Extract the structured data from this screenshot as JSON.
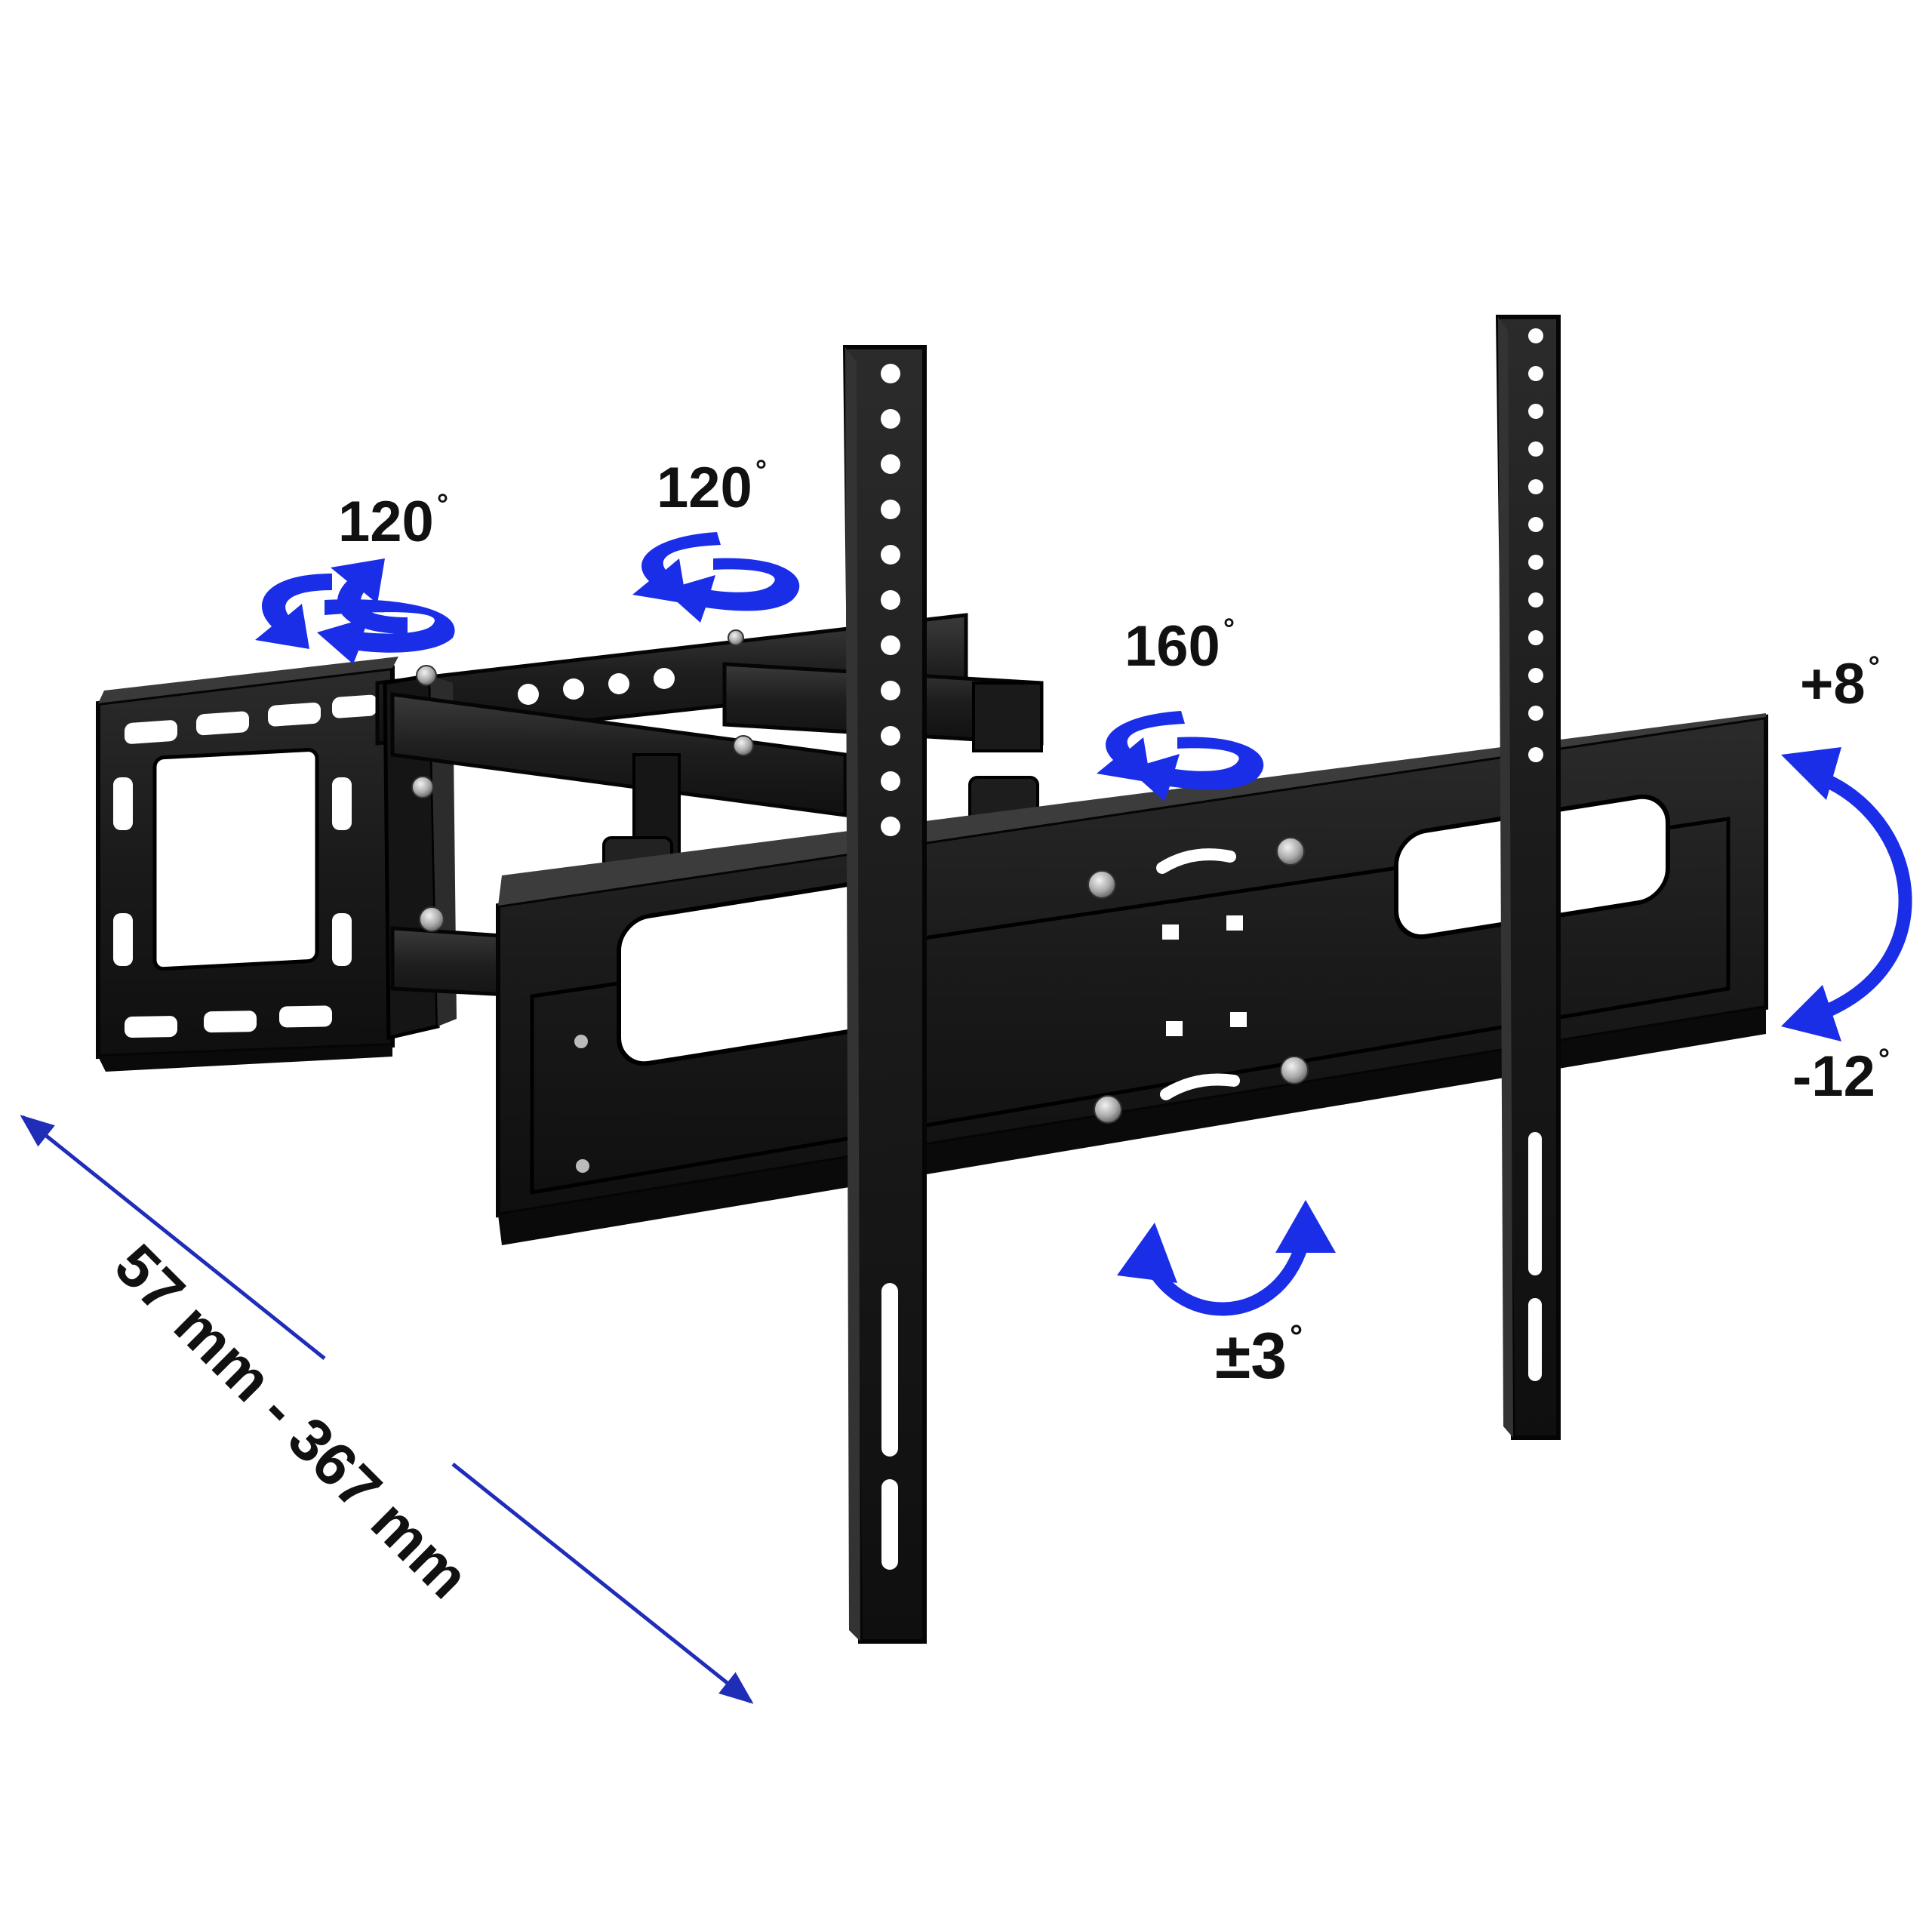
{
  "labels": {
    "swivel_wall": {
      "value": "120",
      "unit": "°"
    },
    "swivel_mid": {
      "value": "120",
      "unit": "°"
    },
    "swivel_plate": {
      "value": "160",
      "unit": "°"
    },
    "tilt_up": {
      "value": "+8",
      "unit": "°"
    },
    "tilt_down": {
      "value": "-12",
      "unit": "°"
    },
    "rotate": {
      "value": "±3",
      "unit": "°"
    },
    "extension": "57 mm - 367 mm"
  },
  "colors": {
    "arrow_blue": "#1a2ee8",
    "dimension_blue": "#1f2db8",
    "steel": "#1c1c1c",
    "steel_dark": "#0c0c0c",
    "steel_light": "#2e2e2e",
    "text": "#111111",
    "background": "#ffffff"
  }
}
